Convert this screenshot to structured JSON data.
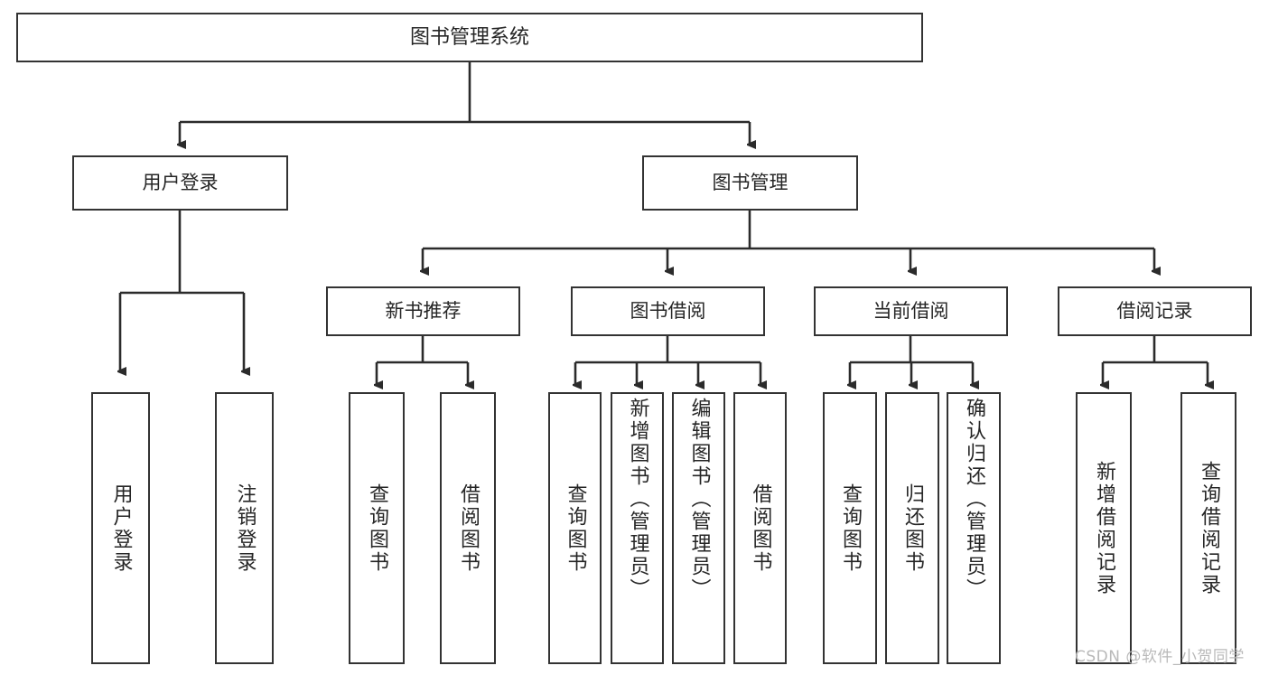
{
  "diagram": {
    "title": "图书管理系统",
    "type": "tree-hierarchy-chart",
    "watermark": "CSDN @软件_小贺同学",
    "colors": {
      "border": "#333333",
      "text": "#262626",
      "background": "#ffffff",
      "edge": "#2b2b2b",
      "watermark": "#b9b9b9"
    },
    "nodes": {
      "root": {
        "label": "图书管理系统"
      },
      "level2": [
        {
          "id": "user-login",
          "label": "用户登录"
        },
        {
          "id": "book-management",
          "label": "图书管理"
        }
      ],
      "level3": [
        {
          "id": "new-book-recommend",
          "label": "新书推荐"
        },
        {
          "id": "book-borrow",
          "label": "图书借阅"
        },
        {
          "id": "current-borrow",
          "label": "当前借阅"
        },
        {
          "id": "borrow-record",
          "label": "借阅记录"
        }
      ],
      "leaves": {
        "user_login": [
          {
            "id": "leaf-user-login",
            "label": "用户登录"
          },
          {
            "id": "leaf-logout-login",
            "label": "注销登录"
          }
        ],
        "new_book_recommend": [
          {
            "id": "leaf-query-book-1",
            "label": "查询图书"
          },
          {
            "id": "leaf-borrow-book-1",
            "label": "借阅图书"
          }
        ],
        "book_borrow": [
          {
            "id": "leaf-query-book-2",
            "label": "查询图书"
          },
          {
            "id": "leaf-add-book-admin",
            "label": "新增图书（管理员）"
          },
          {
            "id": "leaf-edit-book-admin",
            "label": "编辑图书（管理员）"
          },
          {
            "id": "leaf-borrow-book-2",
            "label": "借阅图书"
          }
        ],
        "current_borrow": [
          {
            "id": "leaf-query-book-3",
            "label": "查询图书"
          },
          {
            "id": "leaf-return-book",
            "label": "归还图书"
          },
          {
            "id": "leaf-confirm-return-admin",
            "label": "确认归还（管理员）"
          }
        ],
        "borrow_record": [
          {
            "id": "leaf-add-borrow-record",
            "label": "新增借阅记录"
          },
          {
            "id": "leaf-query-borrow-record",
            "label": "查询借阅记录"
          }
        ]
      }
    }
  }
}
